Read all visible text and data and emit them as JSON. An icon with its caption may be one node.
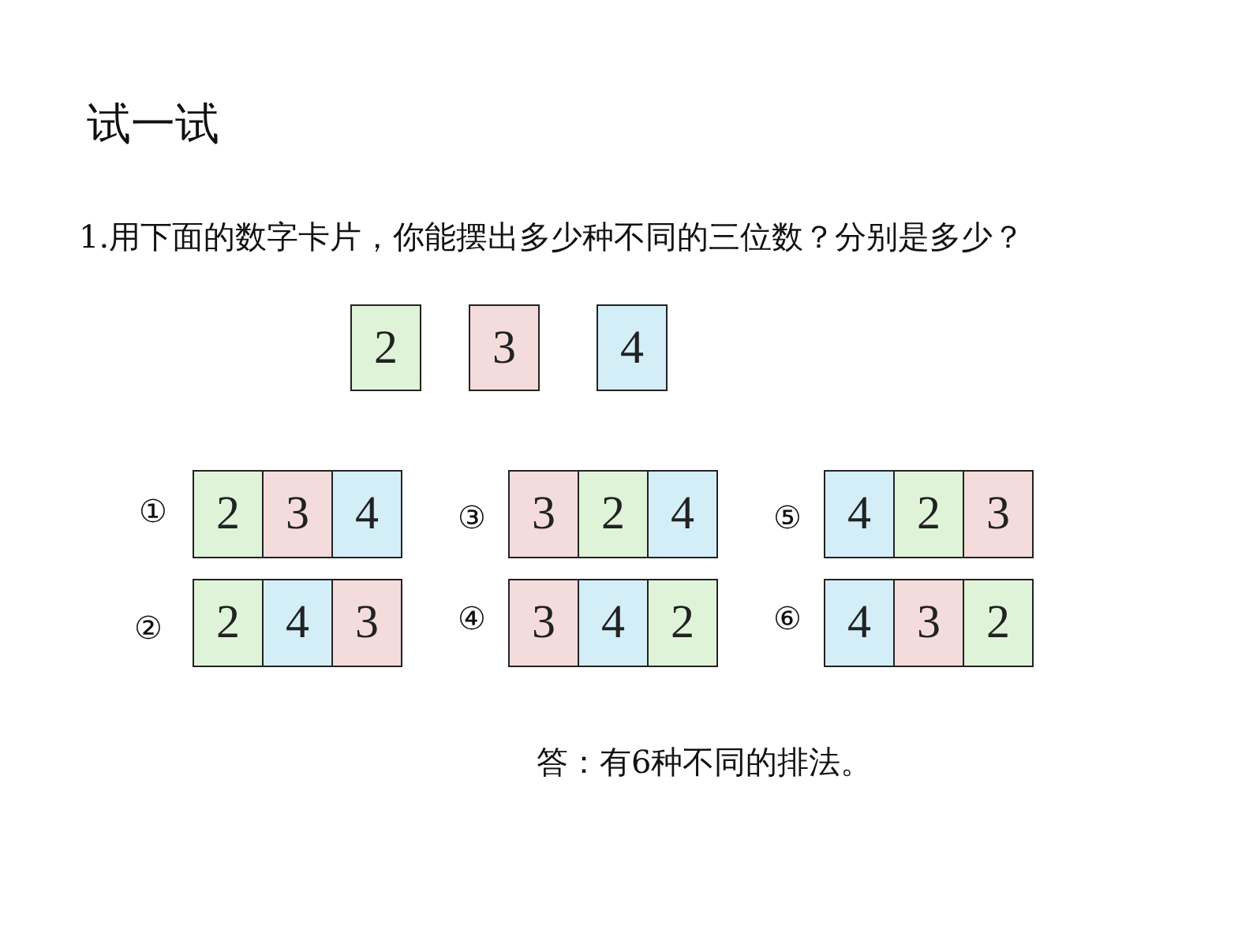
{
  "diagram": {
    "title": "试一试",
    "nodes": [
      {
        "text": [
          "2"
        ]
      },
      {
        "text": [
          "3"
        ]
      },
      {
        "text": [
          "4"
        ]
      },
      {
        "text": [
          "2"
        ]
      },
      {
        "text": [
          "3"
        ]
      },
      {
        "text": [
          "4"
        ]
      },
      {
        "text": [
          "3"
        ]
      },
      {
        "text": [
          "2"
        ]
      },
      {
        "text": [
          "4"
        ]
      },
      {
        "text": [
          "4"
        ]
      },
      {
        "text": [
          "2"
        ]
      },
      {
        "text": [
          "3"
        ]
      },
      {
        "text": [
          "2"
        ]
      },
      {
        "text": [
          "4"
        ]
      },
      {
        "text": [
          "3"
        ]
      },
      {
        "text": [
          "3"
        ]
      },
      {
        "text": [
          "4"
        ]
      },
      {
        "text": [
          "2"
        ]
      },
      {
        "text": [
          "4"
        ]
      },
      {
        "text": [
          "3"
        ]
      },
      {
        "text": [
          "2"
        ]
      }
    ],
    "labels": [
      "1.用下面的数字卡片，你能摆出多少种不同的三位数？分别是多少？",
      "①",
      "③",
      "⑤",
      "②",
      "④",
      "⑥",
      "答：有6种不同的排法。"
    ]
  }
}
